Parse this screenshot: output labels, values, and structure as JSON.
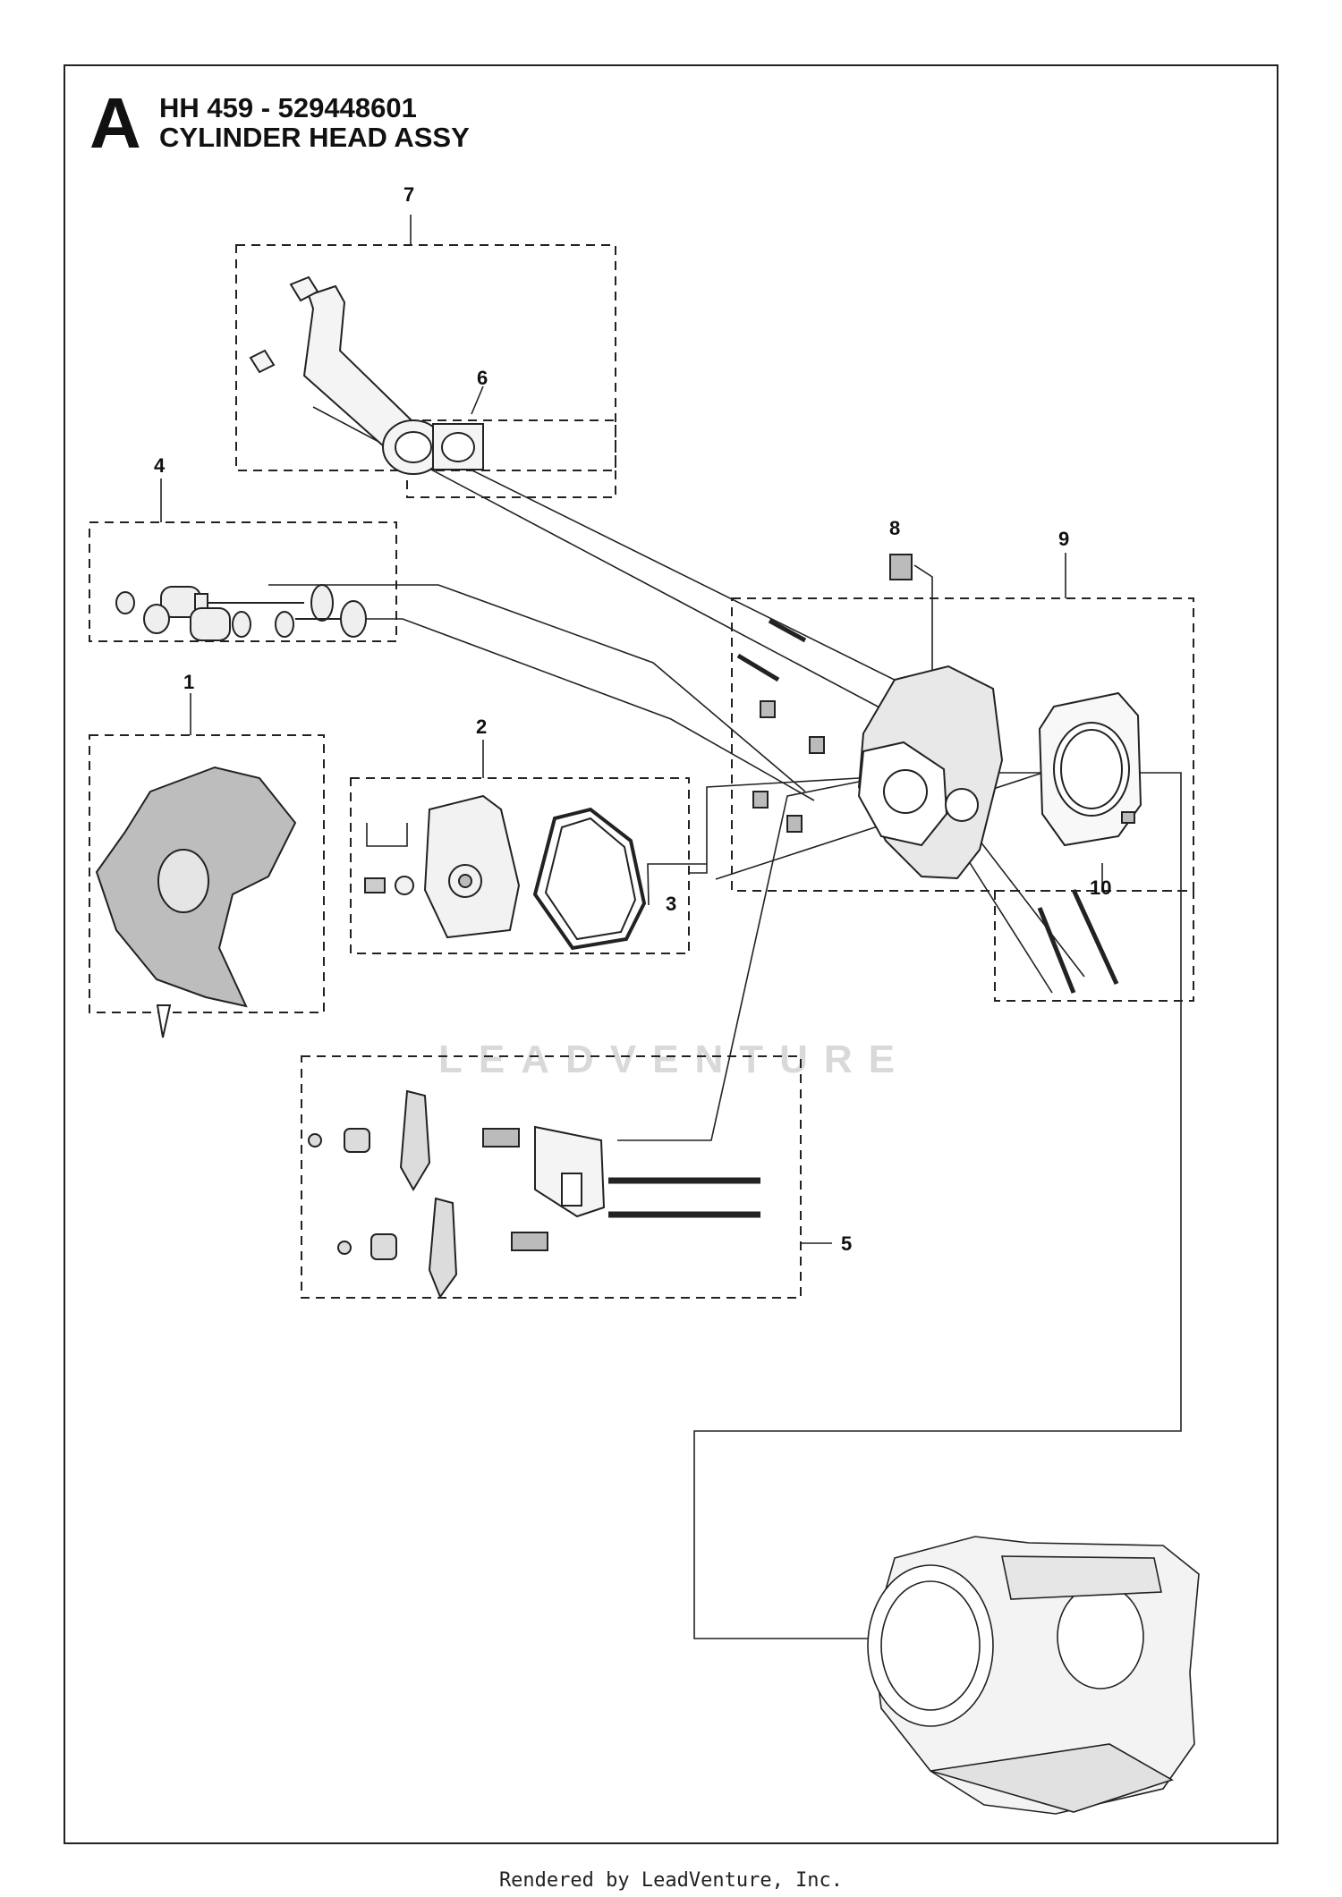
{
  "diagram": {
    "section_letter": "A",
    "model_line": "HH 459 - 529448601",
    "assembly_name": "CYLINDER HEAD ASSY",
    "callouts": [
      "1",
      "2",
      "3",
      "4",
      "5",
      "6",
      "7",
      "8",
      "9",
      "10"
    ]
  },
  "watermark": "LEADVENTURE",
  "footer": "Rendered by LeadVenture, Inc."
}
